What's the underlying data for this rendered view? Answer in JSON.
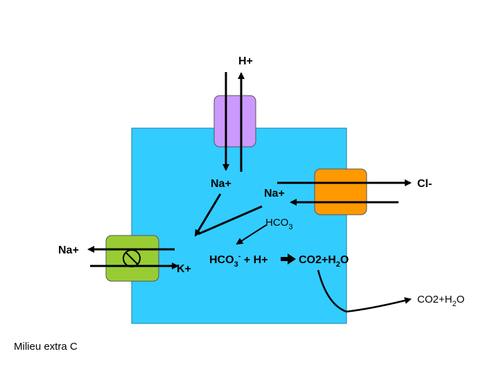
{
  "colors": {
    "cell": "#33ccff",
    "pump_top": "#cc99ff",
    "exchanger_right": "#ff9900",
    "channel_left": "#99cc33",
    "arrow": "#000000"
  },
  "labels": {
    "h_plus_top": "H+",
    "na_plus_inside": "Na+",
    "na_plus_exchanger": "Na+",
    "cl_minus": "Cl-",
    "hco3_inner": {
      "main": "HCO",
      "sub": "3"
    },
    "na_plus_outside": "Na+",
    "k_plus": "K+",
    "reaction": {
      "hco": "HCO",
      "sub3": "3",
      "sup": "-",
      "rest": " + H+ ",
      "product": "CO2+H",
      "sub2": "2",
      "o": "O"
    },
    "co2_out": {
      "main": "CO2+H",
      "sub": "2",
      "o": "O"
    },
    "milieu": "Milieu extra C"
  },
  "icons": {
    "blocked": "no-entry-icon",
    "arrow_right": "bold-right-arrow-icon"
  }
}
